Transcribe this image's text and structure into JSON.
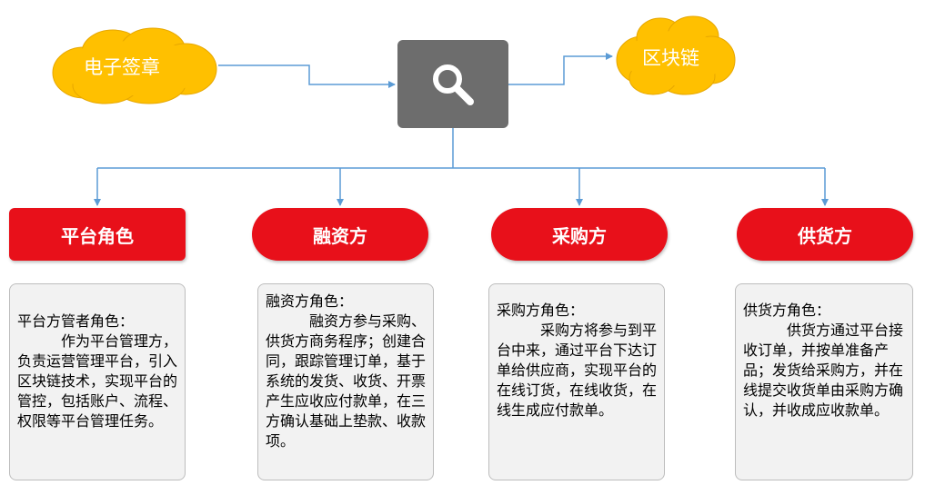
{
  "clouds": {
    "left_label": "电子签章",
    "right_label": "区块链"
  },
  "hub": {
    "icon": "search-icon"
  },
  "roles": [
    {
      "title": "平台角色",
      "heading": "平台方管者角色：",
      "body": "作为平台管理方，负责运营管理平台，引入区块链技术，实现平台的管控，包括账户、流程、权限等平台管理任务。"
    },
    {
      "title": "融资方",
      "heading": "融资方角色：",
      "body": "融资方参与采购、供货方商务程序；创建合同，跟踪管理订单，基于系统的发货、收货、开票产生应收应付款单，在三方确认基础上垫款、收款项。"
    },
    {
      "title": "采购方",
      "heading": "采购方角色：",
      "body": "采购方将参与到平台中来，通过平台下达订单给供应商，实现平台的在线订货，在线收货，在线生成应付款单。"
    },
    {
      "title": "供货方",
      "heading": "供货方角色：",
      "body": "供货方通过平台接收订单，并按单准备产品；发货给采购方，并在线提交收货单由采购方确认，并收成应收款单。"
    }
  ],
  "colors": {
    "cloud": "#ffc000",
    "hub": "#6d6d6d",
    "role": "#e8101a",
    "connector": "#5b9bd5"
  }
}
